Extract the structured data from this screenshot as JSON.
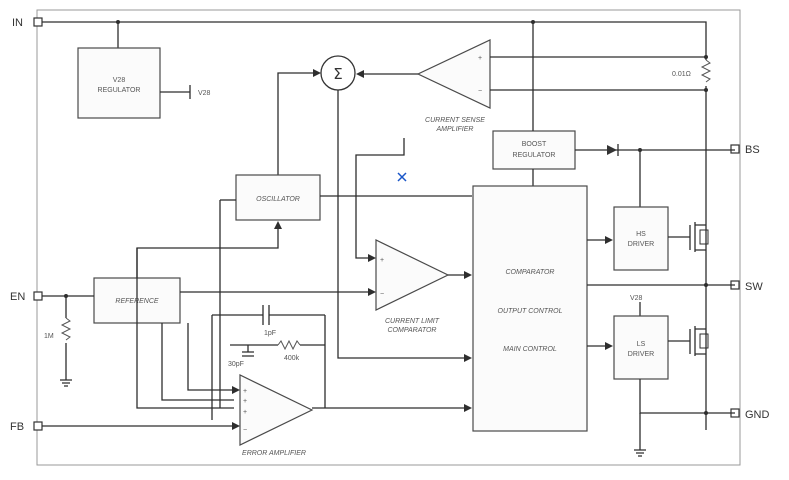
{
  "pins": {
    "in": "IN",
    "bs": "BS",
    "sw": "SW",
    "gnd": "GND",
    "en": "EN",
    "fb": "FB"
  },
  "blocks": {
    "regulator": [
      "V28",
      "REGULATOR"
    ],
    "v_out": "V28",
    "current_sense_amp": [
      "CURRENT SENSE",
      "AMPLIFIER"
    ],
    "oscillator": "OSCILLATOR",
    "boost_regulator": [
      "BOOST",
      "REGULATOR"
    ],
    "reference": "REFERENCE",
    "current_limit_comparator": [
      "CURRENT LIMIT",
      "COMPARATOR"
    ],
    "logic": [
      "COMPARATOR",
      "OUTPUT CONTROL",
      "MAIN CONTROL"
    ],
    "hs_driver": [
      "HS",
      "DRIVER"
    ],
    "ls_driver": [
      "LS",
      "DRIVER"
    ],
    "error_amplifier": "ERROR AMPLIFIER",
    "sum_symbol": "Σ"
  },
  "components": {
    "sense_resistor": "0.01Ω",
    "en_resistor": "1M",
    "comp_cap_1": "1pF",
    "comp_cap_2": "30pF",
    "comp_res": "400k",
    "vcc_label": "V28"
  },
  "colors": {
    "marker": "#1a56c8"
  }
}
